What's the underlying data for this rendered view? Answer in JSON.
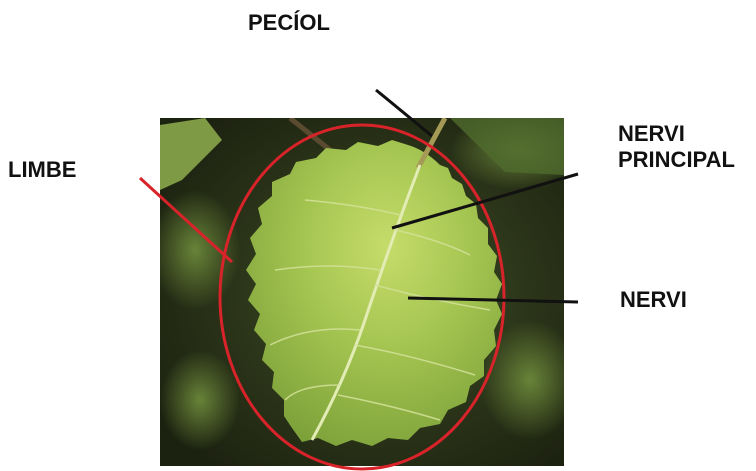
{
  "labels": {
    "peciol": "PECÍOL",
    "limbe": "LIMBE",
    "nervi_principal_line1": "NERVI",
    "nervi_principal_line2": "PRINCIPAL",
    "nervi": "NERVI"
  },
  "colors": {
    "outline": "#d8232a",
    "pointer_line": "#111111",
    "leaf": "#9cc24a",
    "background_foliage": "#2f3a1c"
  }
}
